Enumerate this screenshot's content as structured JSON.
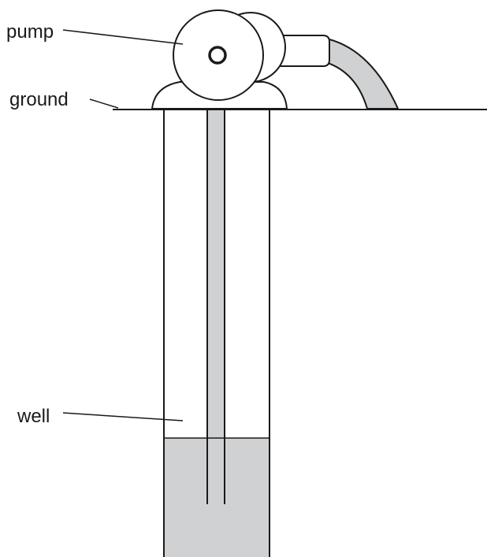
{
  "labels": {
    "pump": "pump",
    "ground": "ground",
    "well": "well"
  },
  "colors": {
    "line": "#1a1a1a",
    "water": "#d0d1d3",
    "hose": "#d0d1d3",
    "background": "#ffffff"
  }
}
